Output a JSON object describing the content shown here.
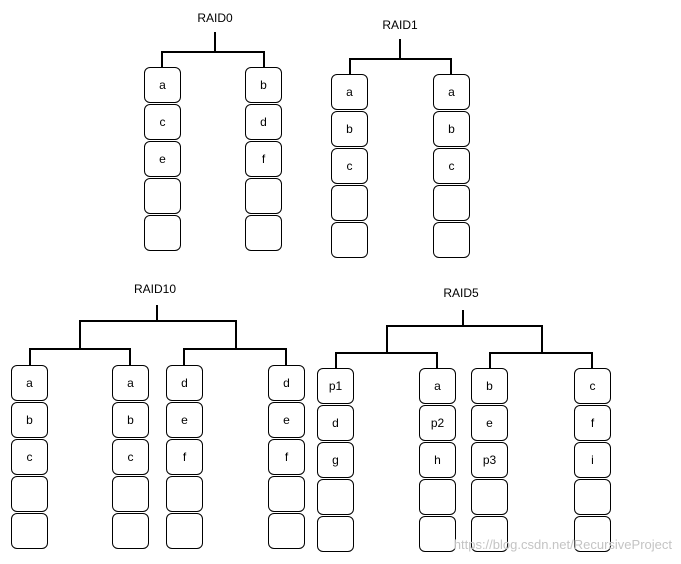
{
  "raid0": {
    "title": "RAID0",
    "disks": [
      [
        "a",
        "c",
        "e",
        "",
        ""
      ],
      [
        "b",
        "d",
        "f",
        "",
        ""
      ]
    ]
  },
  "raid1": {
    "title": "RAID1",
    "disks": [
      [
        "a",
        "b",
        "c",
        "",
        ""
      ],
      [
        "a",
        "b",
        "c",
        "",
        ""
      ]
    ]
  },
  "raid10": {
    "title": "RAID10",
    "disks": [
      [
        "a",
        "b",
        "c",
        "",
        ""
      ],
      [
        "a",
        "b",
        "c",
        "",
        ""
      ],
      [
        "d",
        "e",
        "f",
        "",
        ""
      ],
      [
        "d",
        "e",
        "f",
        "",
        ""
      ]
    ]
  },
  "raid5": {
    "title": "RAID5",
    "disks": [
      [
        "p1",
        "d",
        "g",
        "",
        ""
      ],
      [
        "a",
        "p2",
        "h",
        "",
        ""
      ],
      [
        "b",
        "e",
        "p3",
        "",
        ""
      ],
      [
        "c",
        "f",
        "i",
        "",
        ""
      ]
    ]
  },
  "watermark": "https://blog.csdn.net/RecursiveProject"
}
